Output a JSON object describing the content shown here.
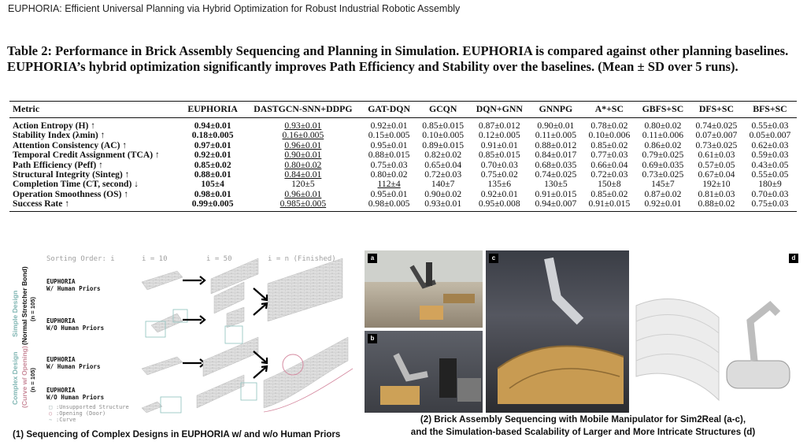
{
  "running_head": "EUPHORIA: Efficient Universal Planning via Hybrid Optimization for Robust Industrial Robotic Assembly",
  "caption": "Table 2: Performance in Brick Assembly Sequencing and Planning in Simulation. EUPHORIA is compared against other planning baselines. EUPHORIA’s hybrid optimization significantly improves Path Efficiency and Stability over the baselines. (Mean ± SD over 5 runs).",
  "table": {
    "headers": [
      "Metric",
      "EUPHORIA",
      "DASTGCN-SNN+DDPG",
      "GAT-DQN",
      "GCQN",
      "DQN+GNN",
      "GNNPG",
      "A*+SC",
      "GBFS+SC",
      "DFS+SC",
      "BFS+SC"
    ],
    "rows": [
      {
        "metric": "Action Entropy (H) ↑",
        "values": [
          "0.94±0.01",
          "0.93±0.01",
          "0.92±0.01",
          "0.85±0.015",
          "0.87±0.012",
          "0.90±0.01",
          "0.78±0.02",
          "0.80±0.02",
          "0.74±0.025",
          "0.55±0.03"
        ]
      },
      {
        "metric": "Stability Index (λmin) ↑",
        "values": [
          "0.18±0.005",
          "0.16±0.005",
          "0.15±0.005",
          "0.10±0.005",
          "0.12±0.005",
          "0.11±0.005",
          "0.10±0.006",
          "0.11±0.006",
          "0.07±0.007",
          "0.05±0.007"
        ]
      },
      {
        "metric": "Attention Consistency (AC) ↑",
        "values": [
          "0.97±0.01",
          "0.96±0.01",
          "0.95±0.01",
          "0.89±0.015",
          "0.91±0.01",
          "0.88±0.012",
          "0.85±0.02",
          "0.86±0.02",
          "0.73±0.025",
          "0.62±0.03"
        ]
      },
      {
        "metric": "Temporal Credit Assignment (TCA) ↑",
        "values": [
          "0.92±0.01",
          "0.90±0.01",
          "0.88±0.015",
          "0.82±0.02",
          "0.85±0.015",
          "0.84±0.017",
          "0.77±0.03",
          "0.79±0.025",
          "0.61±0.03",
          "0.59±0.03"
        ]
      },
      {
        "metric": "Path Efficiency (Peff) ↑",
        "values": [
          "0.85±0.02",
          "0.80±0.02",
          "0.75±0.03",
          "0.65±0.04",
          "0.70±0.03",
          "0.68±0.035",
          "0.66±0.04",
          "0.69±0.035",
          "0.57±0.05",
          "0.43±0.05"
        ]
      },
      {
        "metric": "Structural Integrity (Sinteg) ↑",
        "values": [
          "0.88±0.01",
          "0.84±0.01",
          "0.80±0.02",
          "0.72±0.03",
          "0.75±0.02",
          "0.74±0.025",
          "0.72±0.03",
          "0.73±0.025",
          "0.67±0.04",
          "0.55±0.05"
        ]
      },
      {
        "metric": "Completion Time (CT, second) ↓",
        "values": [
          "105±4",
          "120±5",
          "112±4",
          "140±7",
          "135±6",
          "130±5",
          "150±8",
          "145±7",
          "192±10",
          "180±9"
        ]
      },
      {
        "metric": "Operation Smoothness (OS) ↑",
        "values": [
          "0.98±0.01",
          "0.96±0.01",
          "0.95±0.01",
          "0.90±0.02",
          "0.92±0.01",
          "0.91±0.015",
          "0.85±0.02",
          "0.87±0.02",
          "0.81±0.03",
          "0.70±0.03"
        ]
      },
      {
        "metric": "Success Rate ↑",
        "values": [
          "0.99±0.005",
          "0.985±0.005",
          "0.98±0.005",
          "0.93±0.01",
          "0.95±0.008",
          "0.94±0.007",
          "0.91±0.015",
          "0.92±0.01",
          "0.88±0.02",
          "0.75±0.03"
        ]
      }
    ],
    "best_col": [
      0,
      0,
      0,
      0,
      0,
      0,
      0,
      0,
      0
    ],
    "second_col": [
      1,
      1,
      1,
      1,
      1,
      1,
      2,
      1,
      1
    ]
  },
  "panel1": {
    "sorting_order": "Sorting Order: i",
    "i10": "i = 10",
    "i50": "i = 50",
    "in": "i = n (Finished)",
    "simple_group_a": "Simple Design",
    "simple_group_b": "(Normal Stretcher Bond)",
    "simple_n": "(n = 105)",
    "complex_group_a": "Complex Design",
    "complex_group_b": "(Curve w/ Opening)",
    "complex_n": "(n = 105)",
    "row1_a": "EUPHORIA",
    "row1_b": "W/ Human Priors",
    "row2_a": "EUPHORIA",
    "row2_b": "W/O Human Priors",
    "row3_a": "EUPHORIA",
    "row3_b": "W/ Human Priors",
    "row4_a": "EUPHORIA",
    "row4_b": "W/O Human Priors",
    "legend_1": ":Unsupported Structure",
    "legend_2": ":Opening (Door)",
    "legend_3": ":Curve",
    "caption": "(1) Sequencing of Complex Designs in EUPHORIA  w/ and w/o Human Priors",
    "simple_color": "#7fb5b2",
    "complex_color": "#c98a9a"
  },
  "panel2": {
    "tag_a": "a",
    "tag_b": "b",
    "tag_c": "c",
    "tag_d": "d",
    "caption_line1": "(2) Brick Assembly Sequencing with Mobile Manipulator for Sim2Real (a-c),",
    "caption_line2": "and the Simulation-based Scalability of Larger and More Intricate Structures (d)"
  }
}
